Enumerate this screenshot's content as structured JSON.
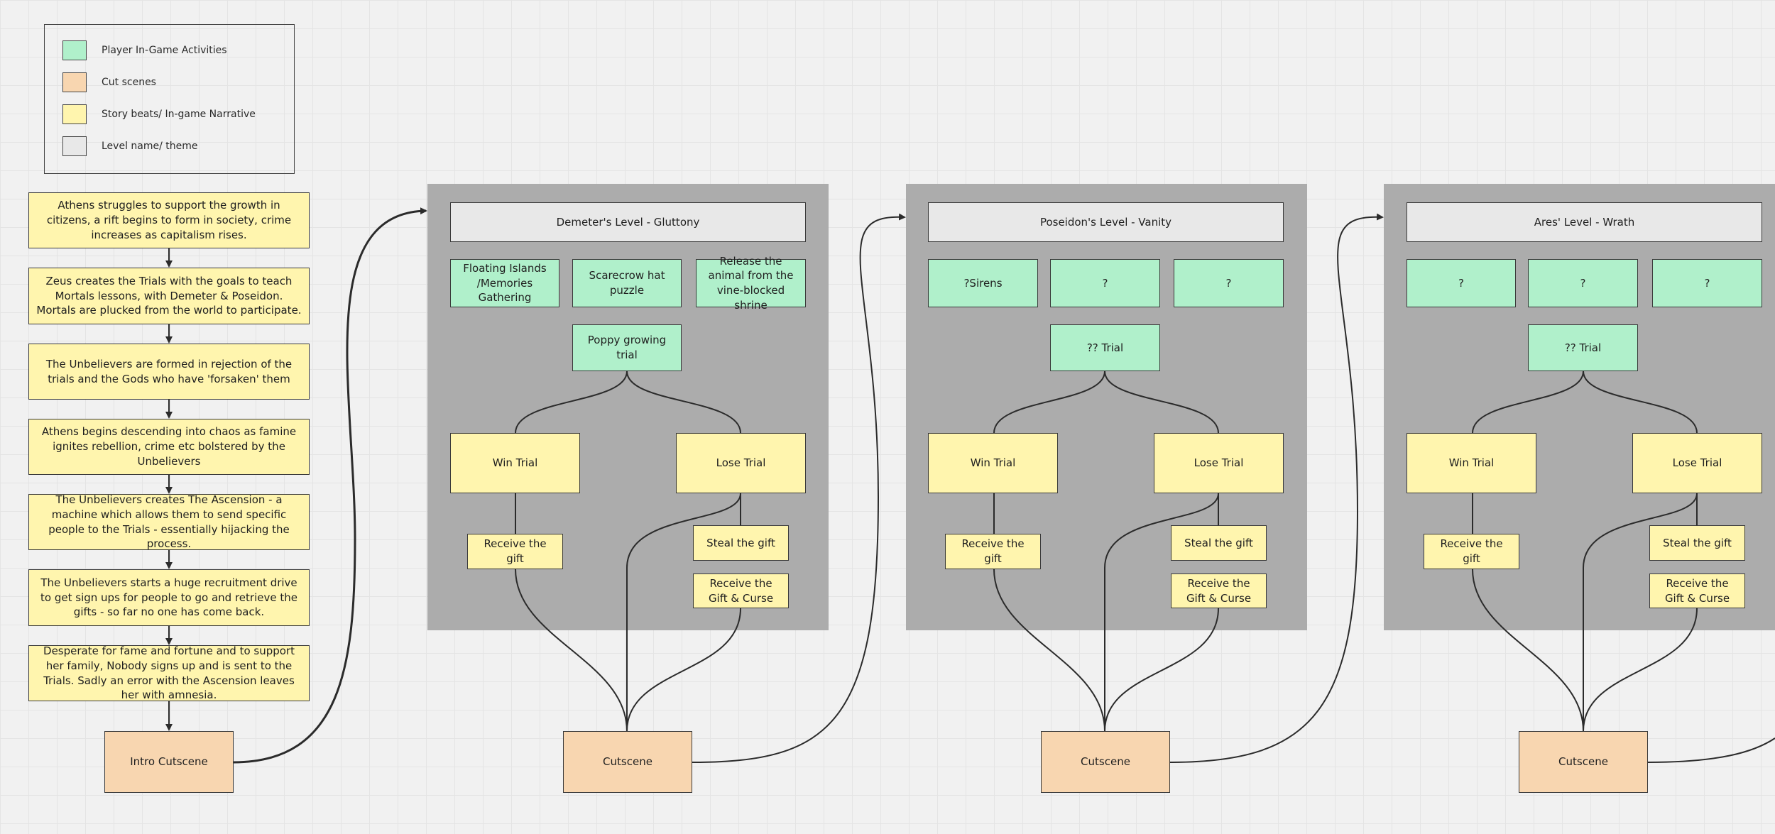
{
  "colors": {
    "player_activities": "#b0f0cb",
    "cut_scenes": "#f8d6b0",
    "story_beats": "#fff5ae",
    "level_name": "#e8e8e8",
    "panel": "#acacac"
  },
  "legend": {
    "items": [
      {
        "label": "Player In-Game Activities",
        "color": "#b0f0cb"
      },
      {
        "label": "Cut scenes",
        "color": "#f8d6b0"
      },
      {
        "label": "Story beats/ In-game Narrative",
        "color": "#fff5ae"
      },
      {
        "label": "Level name/ theme",
        "color": "#e8e8e8"
      }
    ]
  },
  "story": {
    "beats": [
      "Athens struggles to support the growth in citizens, a rift begins to form in society, crime increases as capitalism rises.",
      "Zeus creates the Trials with the goals to teach Mortals lessons, with Demeter & Poseidon. Mortals are plucked from the world to participate.",
      "The Unbelievers are formed in rejection of the trials and the Gods who have 'forsaken' them",
      "Athens begins descending into chaos as famine ignites rebellion, crime etc bolstered by the Unbelievers",
      "The Unbelievers creates The Ascension - a machine which allows them to send specific people to the Trials - essentially hijacking the process.",
      "The Unbelievers starts a huge recruitment drive to get sign ups for people to go and retrieve the gifts - so far no one has come back.",
      "Desperate for fame and fortune and to support her family, Nobody signs up and is sent to the Trials. Sadly an error with the Ascension leaves her with amnesia."
    ],
    "intro_cutscene": "Intro Cutscene"
  },
  "levels": [
    {
      "title": "Demeter's Level - Gluttony",
      "activities": [
        "Floating Islands /Memories Gathering",
        "Scarecrow hat puzzle",
        "Release the animal from the vine-blocked shrine"
      ],
      "trial": "Poppy growing trial",
      "win": "Win Trial",
      "lose": "Lose Trial",
      "receive_gift": "Receive the gift",
      "steal_gift": "Steal the gift",
      "gift_curse": "Receive the Gift & Curse",
      "cutscene": "Cutscene"
    },
    {
      "title": "Poseidon's Level - Vanity",
      "activities": [
        "?Sirens",
        "?",
        "?"
      ],
      "trial": "?? Trial",
      "win": "Win Trial",
      "lose": "Lose Trial",
      "receive_gift": "Receive the gift",
      "steal_gift": "Steal the gift",
      "gift_curse": "Receive the Gift & Curse",
      "cutscene": "Cutscene"
    },
    {
      "title": "Ares' Level - Wrath",
      "activities": [
        "?",
        "?",
        "?"
      ],
      "trial": "?? Trial",
      "win": "Win Trial",
      "lose": "Lose Trial",
      "receive_gift": "Receive the gift",
      "steal_gift": "Steal the gift",
      "gift_curse": "Receive the Gift & Curse",
      "cutscene": "Cutscene"
    }
  ]
}
